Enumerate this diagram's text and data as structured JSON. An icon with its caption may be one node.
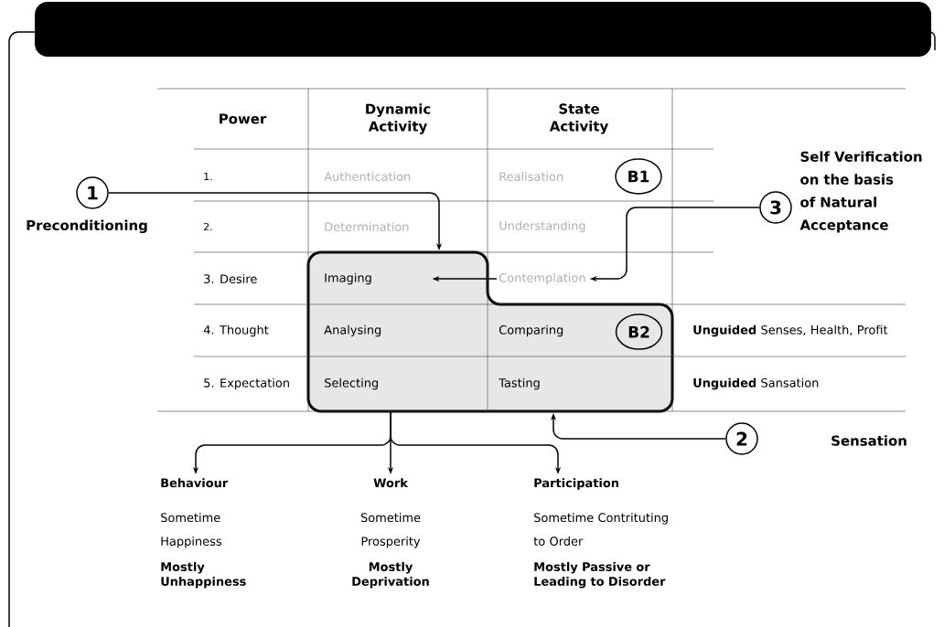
{
  "diagram": {
    "nodes": [
      {
        "text": [
          "1"
        ],
        "beside": [
          "Preconditioning"
        ]
      },
      {
        "text": [
          "B1"
        ]
      },
      {
        "text": [
          "3"
        ],
        "beside": [
          "Self Verification on the basis of Natural Acceptance"
        ]
      },
      {
        "text": [],
        "shape": "box"
      },
      {
        "text": [
          "Contemplation"
        ]
      },
      {
        "text": [
          "B2"
        ],
        "in": 3
      },
      {
        "text": [
          "2"
        ]
      },
      {
        "text": [
          "Behaviour",
          "Sometime Happiness",
          "Mostly Unhappiness"
        ]
      },
      {
        "text": [
          "Work",
          "Sometime Prosperity",
          "Mostly Deprivation"
        ]
      },
      {
        "text": [
          "Participation",
          "Sometime Contrituting to Order",
          "Mostly Passive or Leading to Disorder"
        ]
      }
    ],
    "edges": [
      {
        "from": 0,
        "to": 3,
        "arrow": "to"
      },
      {
        "from": 2,
        "to": 4,
        "arrow": "to"
      },
      {
        "from": 4,
        "to": 3,
        "arrow": "to"
      },
      {
        "from": 6,
        "to": 3,
        "arrow": "to"
      },
      {
        "from": 3,
        "to": 7,
        "arrow": "to"
      },
      {
        "from": 3,
        "to": 8,
        "arrow": "to"
      },
      {
        "from": 3,
        "to": 9,
        "arrow": "to"
      }
    ],
    "labels": [
      "Power",
      "Dynamic Activity",
      "State Activity",
      "1.",
      "Authentication",
      "Realisation",
      "2.",
      "Determination",
      "Understanding",
      "3. Desire",
      "Imaging",
      "4. Thought",
      "Analysing",
      "Comparing",
      "**Unguided** Senses, Health, Profit",
      "5. Expectation",
      "Selecting",
      "Tasting",
      "**Unguided** Sansation",
      "Sensation"
    ]
  }
}
